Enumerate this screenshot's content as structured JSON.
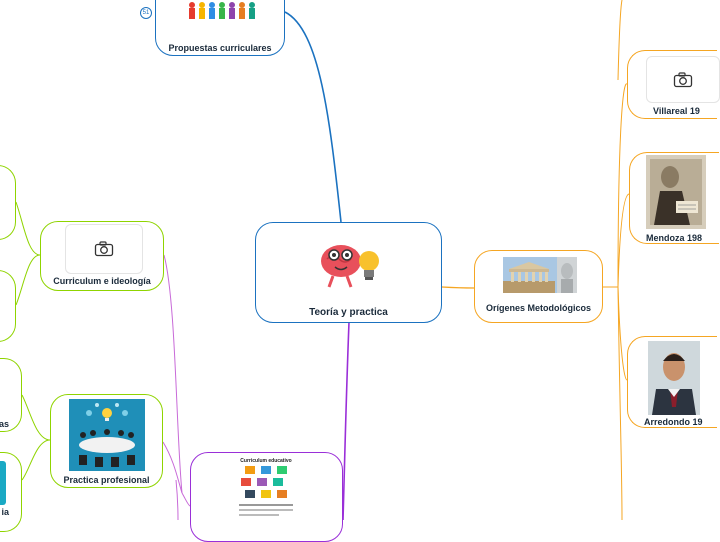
{
  "central": {
    "title": "Teoría y practica"
  },
  "nodes": {
    "propuestas": {
      "label": "Propuestas curriculares",
      "badge": "51"
    },
    "origenes": {
      "label": "Orígenes Metodológicos"
    },
    "villareal": {
      "label": "Villareal 19"
    },
    "mendoza": {
      "label": "Mendoza 198"
    },
    "arredondo": {
      "label": "Arredondo 19"
    },
    "curriculum_ideologia": {
      "label": "Curriculum e ideología"
    },
    "practica": {
      "label": "Practica profesional"
    },
    "left_partial_a": {
      "label": "as"
    },
    "left_partial_b": {
      "label": "ia"
    },
    "curriculum_educativo": {
      "image_title": "Curriculum educativo"
    }
  },
  "colors": {
    "blue": "#1b72c0",
    "orange": "#f5a623",
    "green": "#8fd400",
    "purple": "#9a2fd8",
    "magenta": "#c86ad8"
  },
  "icons": [
    "camera-icon",
    "brain-lightbulb-icon"
  ]
}
